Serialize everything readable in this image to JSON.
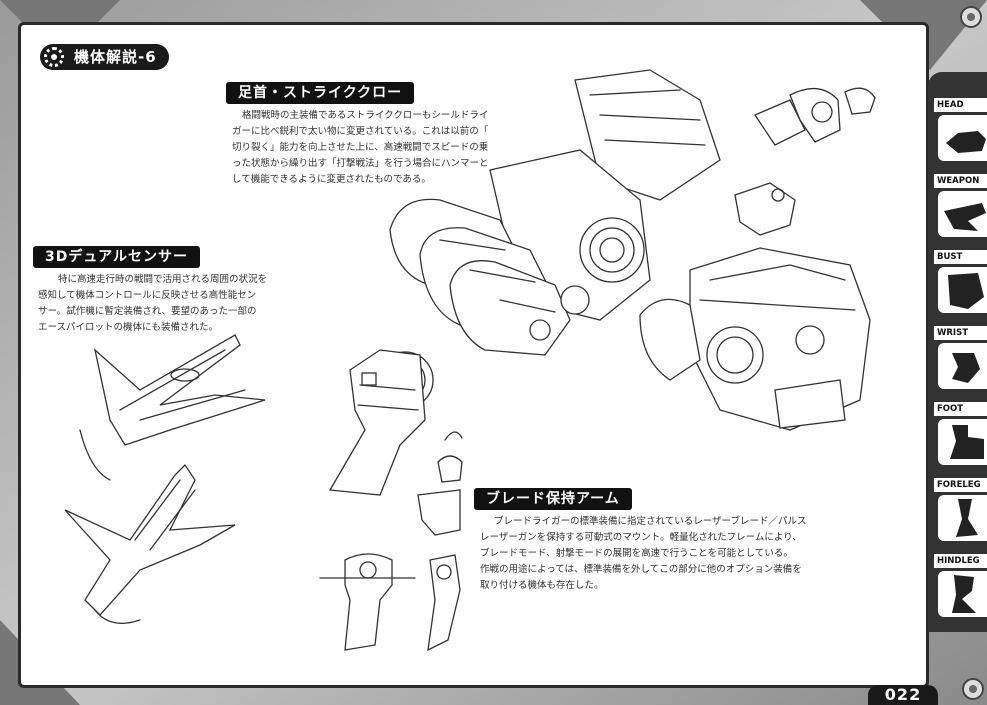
{
  "header": {
    "title": "機体解説-6"
  },
  "sections": {
    "foot": {
      "title": "足首・ストライククロー",
      "lines": [
        "格闘戦時の主装備であるストライククローもシールドライ",
        "ガーに比べ鋭利で太い物に変更されている。これは以前の「",
        "切り裂く」能力を向上させた上に、高速戦闘でスピードの乗",
        "った状態から繰り出す「打撃戦法」を行う場合にハンマーと",
        "して機能できるように変更されたものである。"
      ]
    },
    "sensor": {
      "title": "3Dデュアルセンサー",
      "lines": [
        "特に高速走行時の戦闘で活用される周囲の状況を",
        "感知して機体コントロールに反映させる高性能セン",
        "サー。試作機に暫定装備され、要望のあった一部の",
        "エースパイロットの機体にも装備された。"
      ]
    },
    "arm": {
      "title": "ブレード保持アーム",
      "lines": [
        "ブレードライガーの標準装備に指定されているレーザーブレード／パルス",
        "レーザーガンを保持する可動式のマウント。軽量化されたフレームにより、",
        "ブレードモード、射撃モードの展開を高速で行うことを可能としている。",
        "作戦の用途によっては、標準装備を外してこの部分に他のオプション装備を",
        "取り付ける機体も存在した。"
      ]
    }
  },
  "sidebar": {
    "items": [
      {
        "label": "HEAD"
      },
      {
        "label": "WEAPON"
      },
      {
        "label": "BUST"
      },
      {
        "label": "WRIST"
      },
      {
        "label": "FOOT"
      },
      {
        "label": "FORELEG"
      },
      {
        "label": "HINDLEG"
      }
    ]
  },
  "footer": {
    "page_number": "022"
  }
}
